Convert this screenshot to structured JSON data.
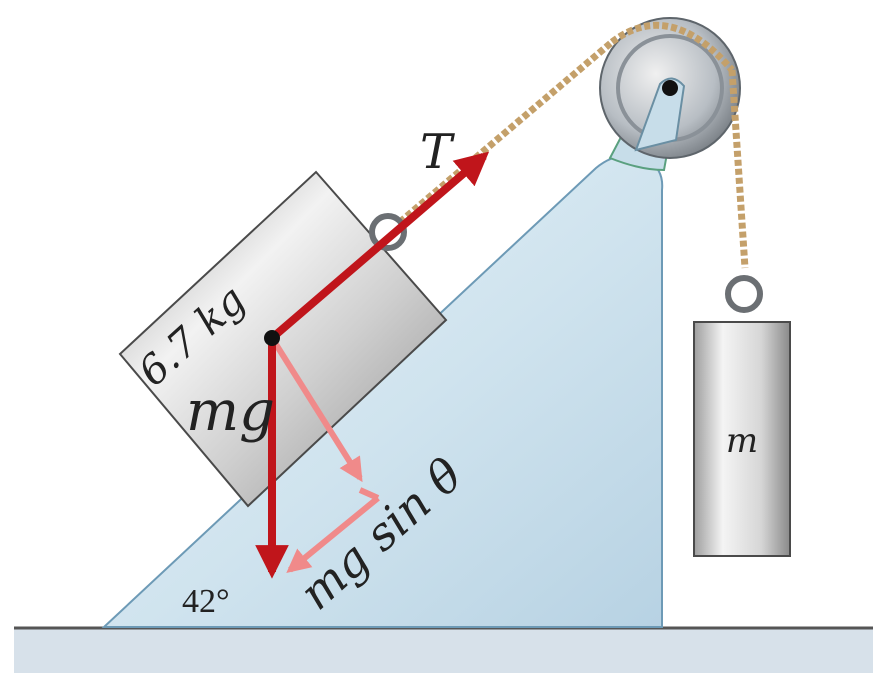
{
  "diagram": {
    "tension_label": "T",
    "mass_label_block": "6.7 kg",
    "weight_label": "mg",
    "component_label": "mg sin θ",
    "angle_label": "42°",
    "hanging_mass_label": "m"
  },
  "colors": {
    "incline": "#cfe3ee",
    "incline_edge": "#6d9ab6",
    "floor": "#d7e1ea",
    "floor_line": "#555555",
    "block_fill": "#d6d6d6",
    "block_edge": "#4a4a4a",
    "force_red": "#c0151b",
    "force_pink": "#f08a8a",
    "rope": "#c4a06a"
  }
}
